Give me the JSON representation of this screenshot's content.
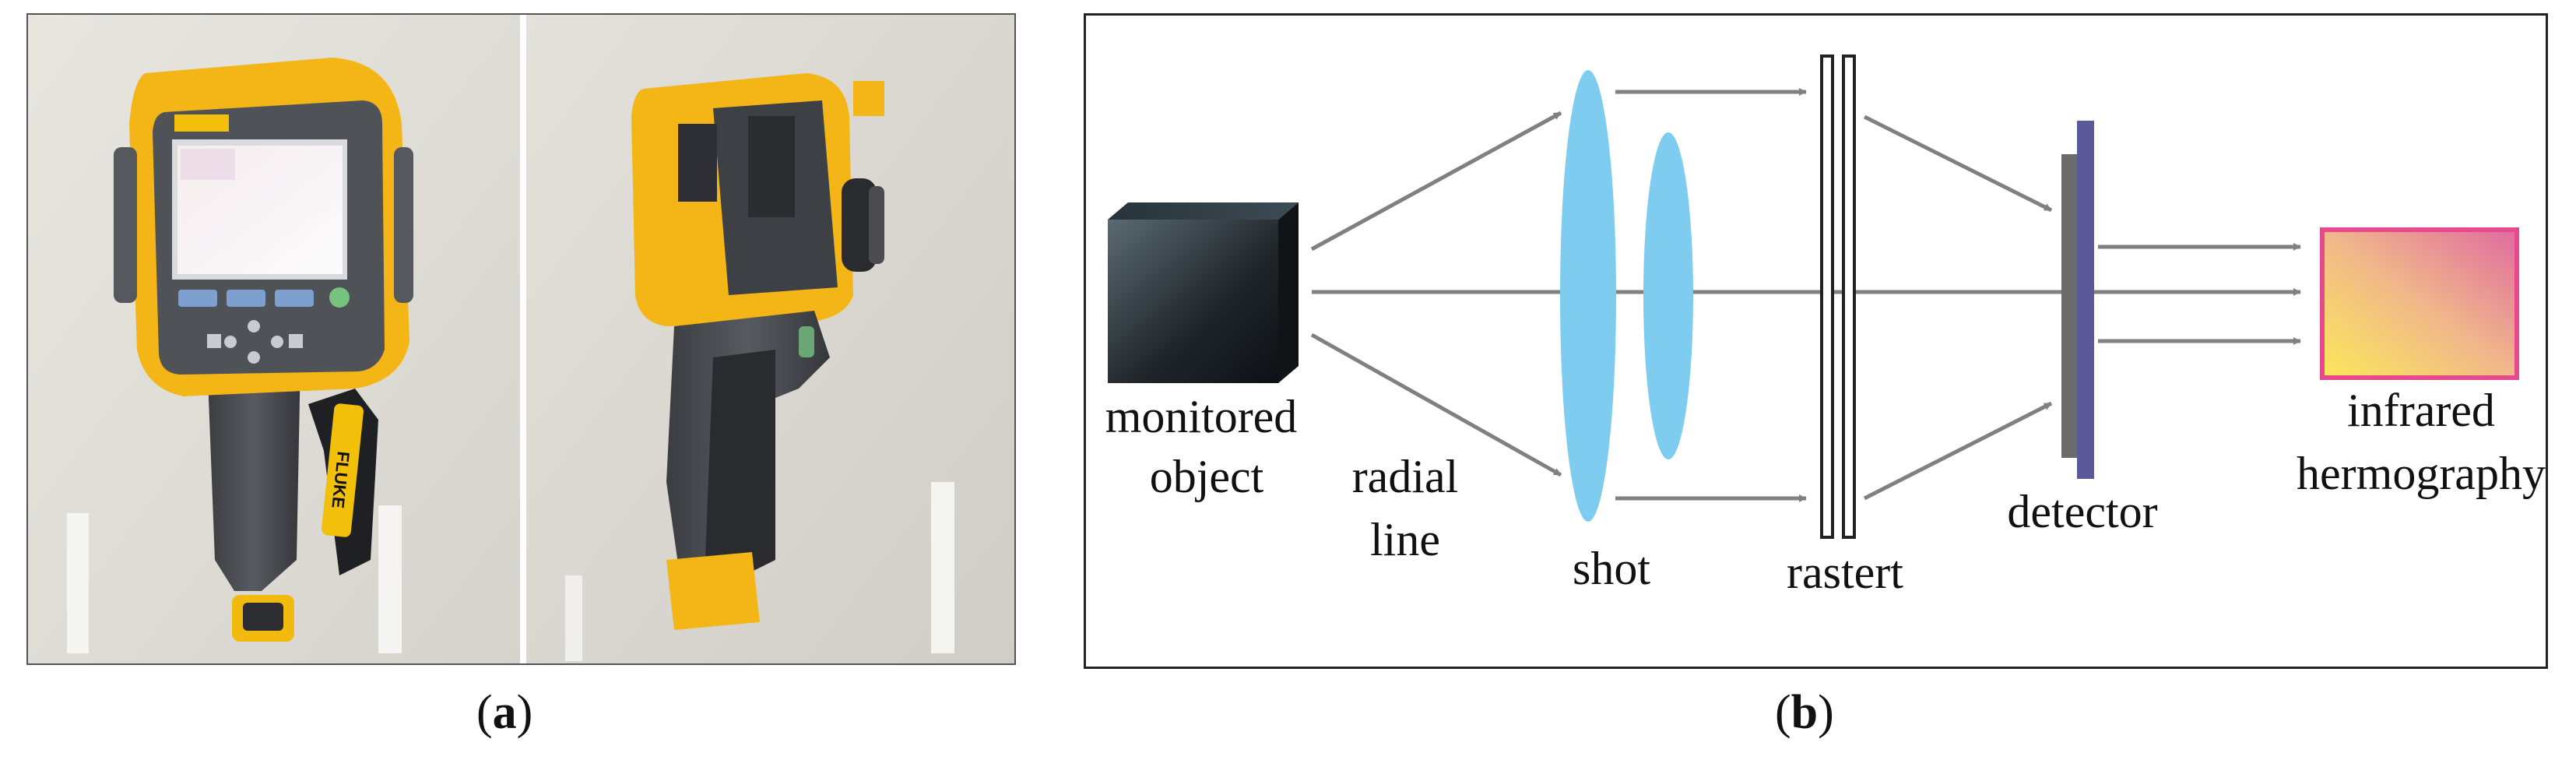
{
  "panel_a": {
    "caption_open": "(",
    "caption_letter": "a",
    "caption_close": ")",
    "brand": "FLUKE"
  },
  "panel_b": {
    "caption_open": "(",
    "caption_letter": "b",
    "caption_close": ")",
    "labels": {
      "monitored_object_line1": "monitored",
      "monitored_object_line2": "object",
      "radial_line_line1": "radial",
      "radial_line_line2": "line",
      "shot": "shot",
      "rastert": "rastert",
      "detector": "detector",
      "infrared_line1": "infrared",
      "infrared_line2": "hermography"
    },
    "colors": {
      "lens": "#7ecdf0",
      "arrow": "#808080",
      "detector_front": "#5a5a9a",
      "detector_back": "#6b6b6b",
      "image_border": "#e64a8c",
      "image_gradient_from": "#fbe85a",
      "image_gradient_to": "#e06aa0"
    }
  }
}
